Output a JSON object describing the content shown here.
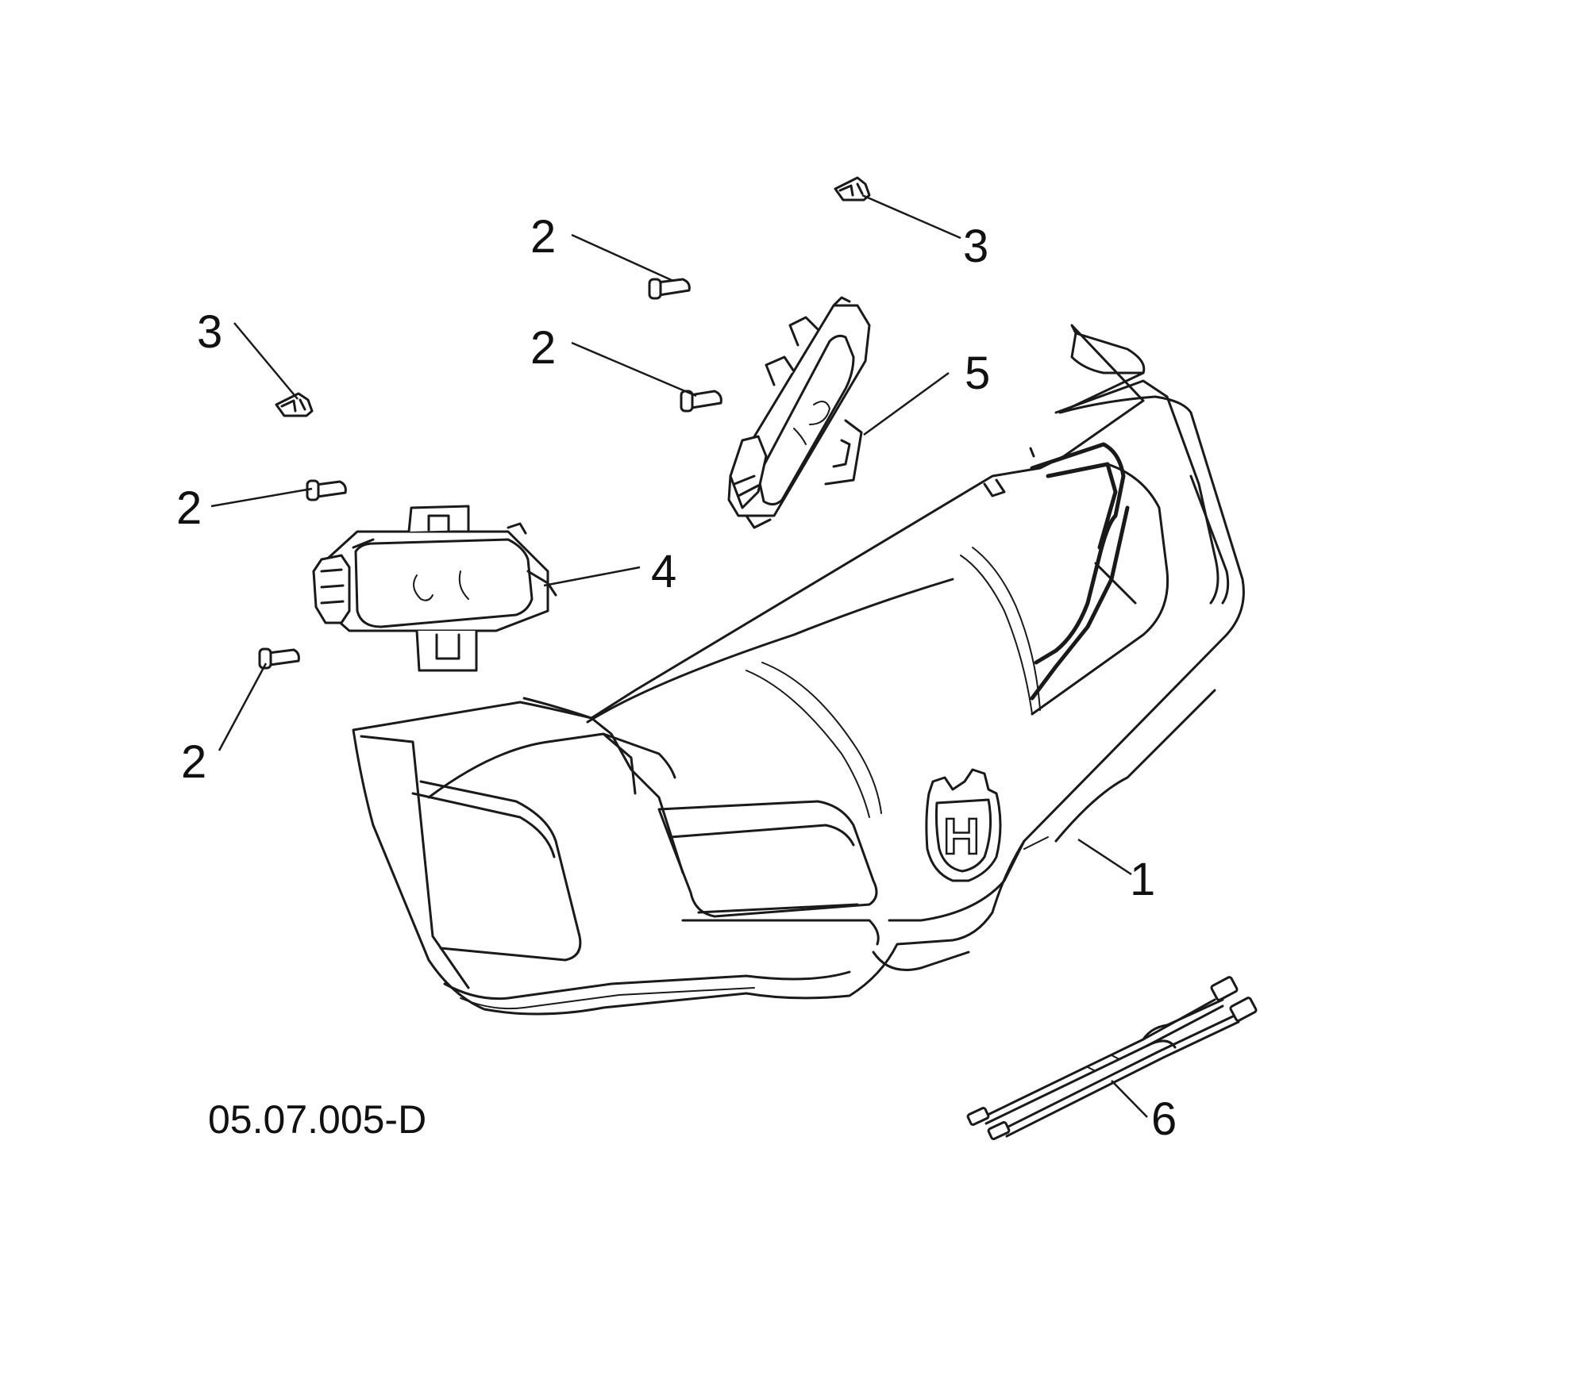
{
  "callouts": [
    {
      "id": "c1",
      "label": "1"
    },
    {
      "id": "c2a",
      "label": "2"
    },
    {
      "id": "c2b",
      "label": "2"
    },
    {
      "id": "c2c",
      "label": "2"
    },
    {
      "id": "c2d",
      "label": "2"
    },
    {
      "id": "c3a",
      "label": "3"
    },
    {
      "id": "c3b",
      "label": "3"
    },
    {
      "id": "c4",
      "label": "4"
    },
    {
      "id": "c5",
      "label": "5"
    },
    {
      "id": "c6",
      "label": "6"
    }
  ],
  "drawing_code": "05.07.005-D",
  "logo_letter": "H"
}
